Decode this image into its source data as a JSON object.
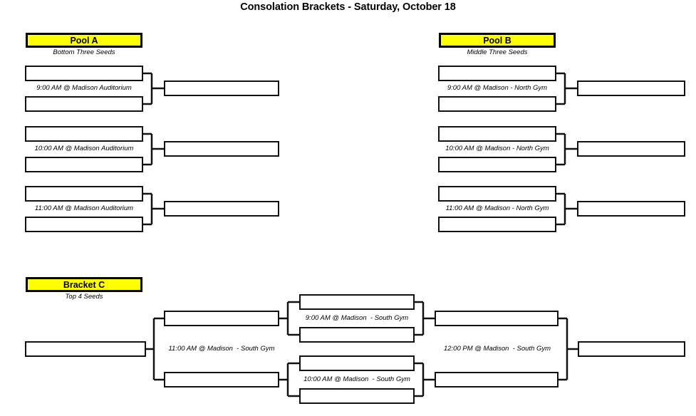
{
  "page": {
    "title": "Consolation Brackets - Saturday, October 18",
    "accent_color": "#FFFF00",
    "line_color": "#111111",
    "background_color": "#FFFFFF"
  },
  "sections": [
    {
      "id": "pool-a",
      "header": "Pool A",
      "subtitle": "Bottom Three Seeds",
      "games": [
        {
          "label": "9:00 AM @ Madison Auditorium"
        },
        {
          "label": "10:00 AM @ Madison Auditorium"
        },
        {
          "label": "11:00 AM @ Madison Auditorium"
        }
      ]
    },
    {
      "id": "pool-b",
      "header": "Pool B",
      "subtitle": "Middle Three Seeds",
      "games": [
        {
          "label": "9:00 AM @ Madison - North Gym"
        },
        {
          "label": "10:00 AM @ Madison - North Gym"
        },
        {
          "label": "11:00 AM @ Madison - North Gym"
        }
      ]
    },
    {
      "id": "bracket-c",
      "header": "Bracket C",
      "subtitle": "Top 4 Seeds",
      "games": [
        {
          "id": "play-in",
          "label": "11:00 AM @ Madison  - South Gym"
        },
        {
          "id": "semifinal-1",
          "label": "9:00 AM @ Madison  - South Gym"
        },
        {
          "id": "semifinal-2",
          "label": "10:00 AM @ Madison  - South Gym"
        },
        {
          "id": "final",
          "label": "12:00 PM @ Madison  - South Gym"
        }
      ]
    }
  ]
}
